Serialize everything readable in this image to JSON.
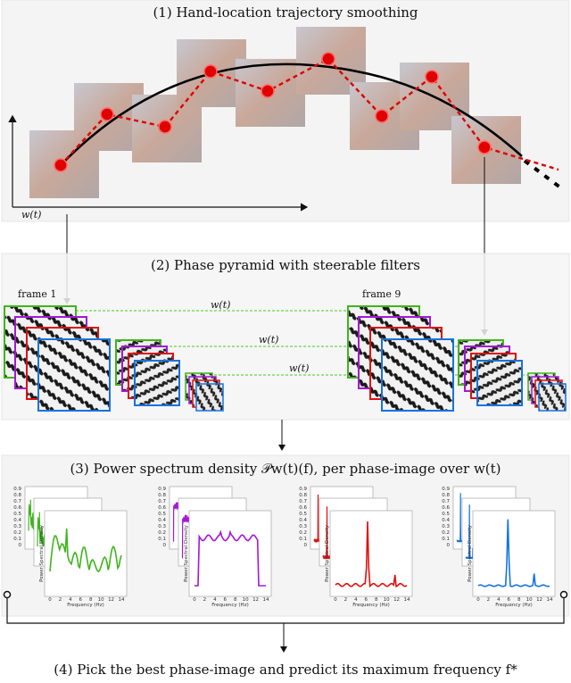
{
  "panels": {
    "p1": {
      "title": "(1) Hand-location trajectory smoothing",
      "axis_label": "w(t)"
    },
    "p2": {
      "title": "(2) Phase pyramid with steerable filters",
      "frame_left": "frame 1",
      "frame_right": "frame 9",
      "wt_label": "w(t)"
    },
    "p3": {
      "title": "(3) Power spectrum density 𝒫w(t)(f), per phase-image over w(t)"
    },
    "p4": {
      "title": "(4) Pick the best phase-image and predict its maximum frequency f*"
    }
  },
  "plots": {
    "ylabel": "Power Spectral Density",
    "xlabel": "Frequency (Hz)",
    "yticks": [
      "0",
      "0.1",
      "0.2",
      "0.3",
      "0.4",
      "0.5",
      "0.6",
      "0.7",
      "0.8",
      "0.9"
    ],
    "xticks": [
      "0",
      "2",
      "4",
      "6",
      "8",
      "10",
      "12",
      "14"
    ]
  },
  "colors": {
    "green": "#3fb51c",
    "purple": "#a516d8",
    "red": "#e01010",
    "blue": "#1673e0",
    "trajectory": "#e00000"
  }
}
